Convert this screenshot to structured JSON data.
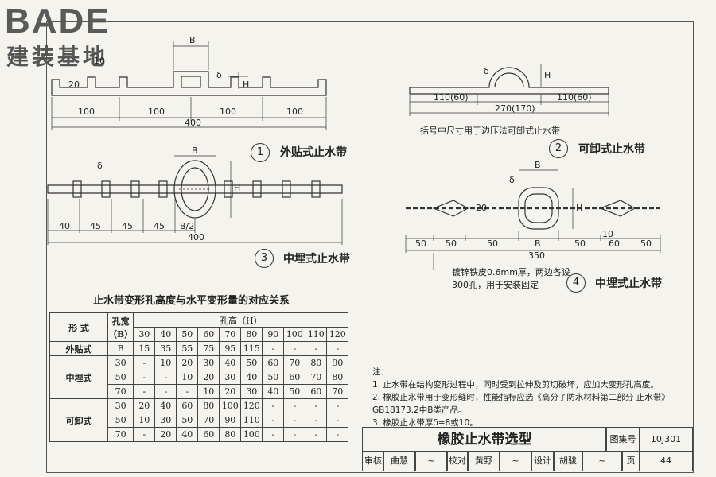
{
  "logo": {
    "brand_en": "BADE",
    "brand_cn": "建装基地"
  },
  "fig1": {
    "num": "1",
    "title": "外贴式止水带",
    "dims": {
      "b": "B",
      "ten": "10",
      "twenty": "20",
      "delta": "δ",
      "h": "H",
      "seg1": "100",
      "seg2": "100",
      "seg3": "100",
      "seg4": "100",
      "total": "400"
    }
  },
  "fig2": {
    "num": "2",
    "title": "可卸式止水带",
    "note": "括号中尺寸用于边压法可卸式止水带",
    "dims": {
      "delta": "δ",
      "h": "H",
      "left": "110(60)",
      "right": "110(60)",
      "total": "270(170)"
    }
  },
  "fig3": {
    "num": "3",
    "title": "中埋式止水带",
    "dims": {
      "b": "B",
      "delta": "δ",
      "h": "H",
      "d1": "40",
      "d2": "45",
      "d3": "45",
      "d4": "45",
      "d5": "B/2",
      "total": "400"
    }
  },
  "fig4": {
    "num": "4",
    "title": "中埋式止水带",
    "note1": "镀锌铁皮0.6mm厚，两边各设",
    "note2": "300孔，用于安装固定",
    "dims": {
      "b": "B",
      "h": "H",
      "delta": "δ",
      "ten": "10",
      "twenty": "20",
      "a": "50",
      "b1": "50",
      "c": "50",
      "d": "B",
      "e": "50",
      "f": "60",
      "g": "50",
      "total": "350"
    }
  },
  "table": {
    "title": "止水带变形孔高度与水平变形量的对应关系",
    "h_form": "形 式",
    "h_width": "孔宽",
    "h_width_sub": "（B）",
    "h_height": "孔高（H）",
    "height_cols": [
      "30",
      "40",
      "50",
      "60",
      "70",
      "80",
      "90",
      "100",
      "110",
      "120"
    ],
    "groups": [
      {
        "name": "外贴式",
        "rows": [
          {
            "b": "B",
            "v": [
              "15",
              "35",
              "55",
              "75",
              "95",
              "115",
              "-",
              "-",
              "-",
              "-"
            ]
          }
        ]
      },
      {
        "name": "中埋式",
        "rows": [
          {
            "b": "30",
            "v": [
              "-",
              "10",
              "20",
              "30",
              "40",
              "50",
              "60",
              "70",
              "80",
              "90"
            ]
          },
          {
            "b": "50",
            "v": [
              "-",
              "-",
              "10",
              "20",
              "30",
              "40",
              "50",
              "60",
              "70",
              "80"
            ]
          },
          {
            "b": "70",
            "v": [
              "-",
              "-",
              "-",
              "10",
              "20",
              "30",
              "40",
              "50",
              "60",
              "70"
            ]
          }
        ]
      },
      {
        "name": "可卸式",
        "rows": [
          {
            "b": "30",
            "v": [
              "20",
              "40",
              "60",
              "80",
              "100",
              "120",
              "-",
              "-",
              "-",
              "-"
            ]
          },
          {
            "b": "50",
            "v": [
              "10",
              "30",
              "50",
              "70",
              "90",
              "110",
              "-",
              "-",
              "-",
              "-"
            ]
          },
          {
            "b": "70",
            "v": [
              "-",
              "20",
              "40",
              "60",
              "80",
              "100",
              "-",
              "-",
              "-",
              "-"
            ]
          }
        ]
      }
    ]
  },
  "notes": {
    "head": "注：",
    "n1": "1. 止水带在结构变形过程中，同时受到拉伸及剪切破坏，应加大变形孔高度。",
    "n2a": "2. 橡胶止水带用于变形缝时，性能指标应选《高分子防水材料第二部分 止水带》",
    "n2b": "GB18173.2中B类产品。",
    "n3": "3. 橡胶止水带厚δ=8或10。"
  },
  "title_block": {
    "title": "橡胶止水带选型",
    "atlas_label": "图集号",
    "atlas_no": "10J301",
    "review": "审核",
    "reviewer": "曲慧",
    "check": "校对",
    "checker": "黄野",
    "design": "设计",
    "designer": "胡骏",
    "page_label": "页",
    "page": "44"
  }
}
